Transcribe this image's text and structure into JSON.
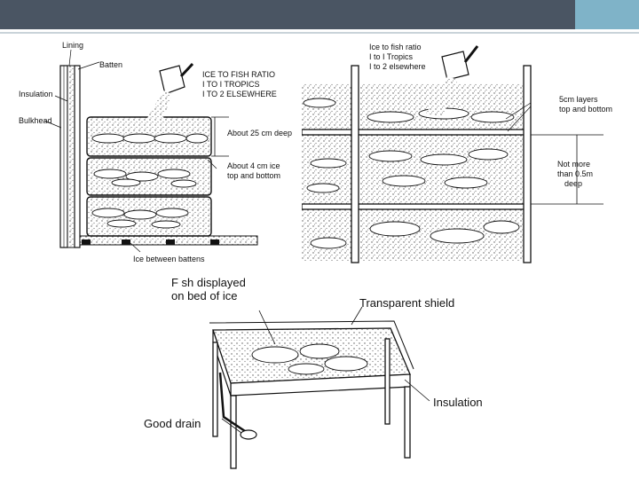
{
  "slide": {
    "colors": {
      "header": "#4a5563",
      "accent": "#7fb3c8",
      "ink": "#111111",
      "ice": "#dcdcdc"
    }
  },
  "figure_boxes": {
    "labels": {
      "lining": "Lining",
      "batten": "Batten",
      "insulation": "Insulation",
      "bulkhead": "Bulkhead",
      "ratio_title": "ICE TO FISH RATIO",
      "ratio_tropics": "I TO I TROPICS",
      "ratio_elsewhere": "I TO 2 ELSEWHERE",
      "depth": "About 25 cm deep",
      "ice_top_bottom_1": "About 4 cm ice",
      "ice_top_bottom_2": "top and bottom",
      "ice_between": "Ice between battens"
    }
  },
  "figure_shelves": {
    "labels": {
      "ratio_1": "Ice to fish ratio",
      "ratio_2": "I to I Tropics",
      "ratio_3": "I to 2 elsewhere",
      "layers_1": "5cm layers",
      "layers_2": "top and bottom",
      "depth_1": "Not more",
      "depth_2": "than 0.5m",
      "depth_3": "deep"
    }
  },
  "figure_display": {
    "labels": {
      "fish_1": "F sh displayed",
      "fish_2": "on bed of ice",
      "shield": "Transparent shield",
      "insulation": "Insulation",
      "drain": "Good drain"
    }
  }
}
